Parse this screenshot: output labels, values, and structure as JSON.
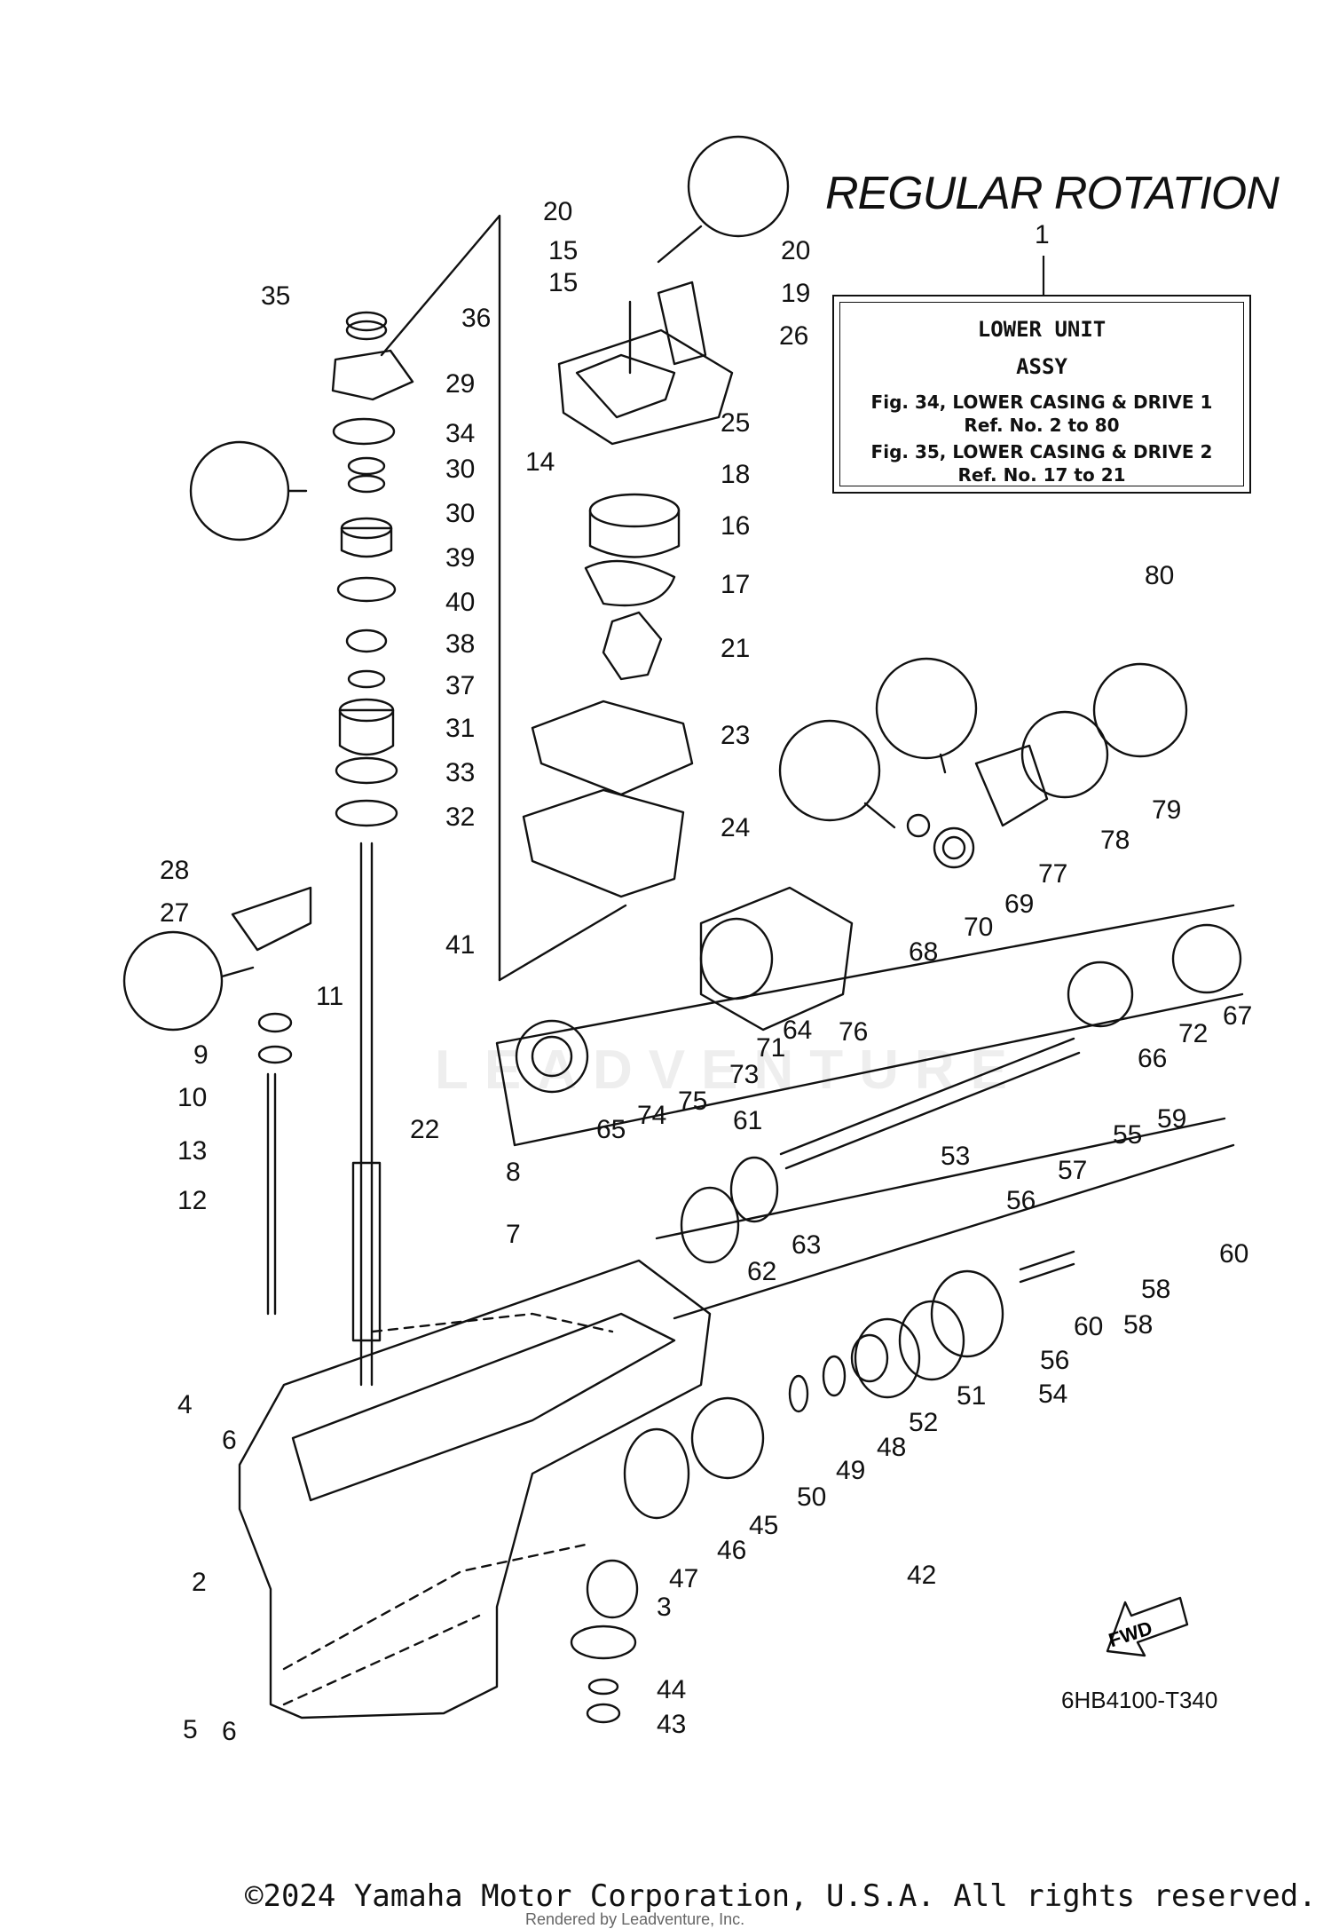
{
  "title": "REGULAR ROTATION",
  "assembly_ref": "1",
  "info_box": {
    "line1": "LOWER UNIT",
    "line2": "ASSY",
    "line3": "Fig. 34, LOWER CASING & DRIVE 1",
    "line4": "Ref. No. 2 to 80",
    "line5": "Fig. 35, LOWER CASING & DRIVE 2",
    "line6": "Ref. No. 17 to 21"
  },
  "diagram_code": "6HB4100-T340",
  "fwd_label": "FWD",
  "watermark": "LEADVENTURE",
  "copyright": "©2024 Yamaha Motor Corporation, U.S.A. All rights reserved.",
  "rendered_by": "Rendered by Leadventure, Inc.",
  "callouts": [
    "20",
    "15",
    "15",
    "20",
    "19",
    "26",
    "25",
    "14",
    "18",
    "16",
    "17",
    "21",
    "23",
    "24",
    "35",
    "36",
    "29",
    "34",
    "30",
    "30",
    "39",
    "40",
    "38",
    "37",
    "31",
    "33",
    "32",
    "41",
    "28",
    "27",
    "11",
    "9",
    "10",
    "13",
    "12",
    "22",
    "8",
    "7",
    "4",
    "6",
    "2",
    "5",
    "6",
    "80",
    "79",
    "78",
    "77",
    "69",
    "70",
    "68",
    "76",
    "64",
    "71",
    "73",
    "75",
    "74",
    "65",
    "67",
    "72",
    "66",
    "53",
    "61",
    "63",
    "62",
    "55",
    "59",
    "60",
    "57",
    "56",
    "58",
    "60",
    "58",
    "56",
    "54",
    "51",
    "52",
    "48",
    "49",
    "50",
    "45",
    "46",
    "47",
    "42",
    "3",
    "44",
    "43"
  ]
}
